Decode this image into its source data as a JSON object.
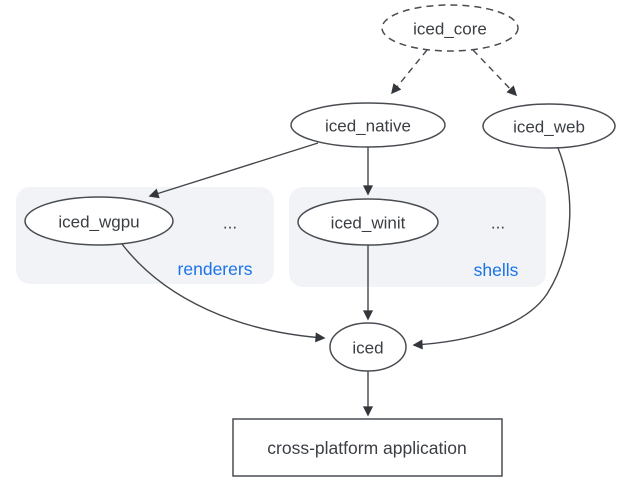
{
  "diagram": {
    "nodes": {
      "iced_core": {
        "label": "iced_core",
        "shape": "ellipse",
        "style": "dashed"
      },
      "iced_native": {
        "label": "iced_native",
        "shape": "ellipse",
        "style": "solid"
      },
      "iced_web": {
        "label": "iced_web",
        "shape": "ellipse",
        "style": "solid"
      },
      "iced_wgpu": {
        "label": "iced_wgpu",
        "shape": "ellipse",
        "style": "solid"
      },
      "iced_winit": {
        "label": "iced_winit",
        "shape": "ellipse",
        "style": "solid"
      },
      "iced": {
        "label": "iced",
        "shape": "ellipse",
        "style": "solid"
      },
      "application": {
        "label": "cross-platform application",
        "shape": "rectangle",
        "style": "solid"
      }
    },
    "groups": {
      "renderers": {
        "label": "renderers",
        "ellipsis": "...",
        "members": [
          "iced_wgpu"
        ]
      },
      "shells": {
        "label": "shells",
        "ellipsis": "...",
        "members": [
          "iced_winit"
        ]
      }
    },
    "edges": [
      {
        "from": "iced_core",
        "to": "iced_native",
        "style": "dashed"
      },
      {
        "from": "iced_core",
        "to": "iced_web",
        "style": "dashed"
      },
      {
        "from": "iced_native",
        "to": "iced_wgpu",
        "style": "solid"
      },
      {
        "from": "iced_native",
        "to": "iced_winit",
        "style": "solid"
      },
      {
        "from": "iced_wgpu",
        "to": "iced",
        "style": "solid"
      },
      {
        "from": "iced_winit",
        "to": "iced",
        "style": "solid"
      },
      {
        "from": "iced_web",
        "to": "iced",
        "style": "solid"
      },
      {
        "from": "iced",
        "to": "application",
        "style": "solid"
      }
    ],
    "colors": {
      "accent_blue": "#1a73e8",
      "node_stroke": "#494d52",
      "edge_stroke": "#43474c",
      "text": "#3b3f44",
      "group_background": "#f1f3f6",
      "canvas_background": "#ffffff"
    }
  }
}
